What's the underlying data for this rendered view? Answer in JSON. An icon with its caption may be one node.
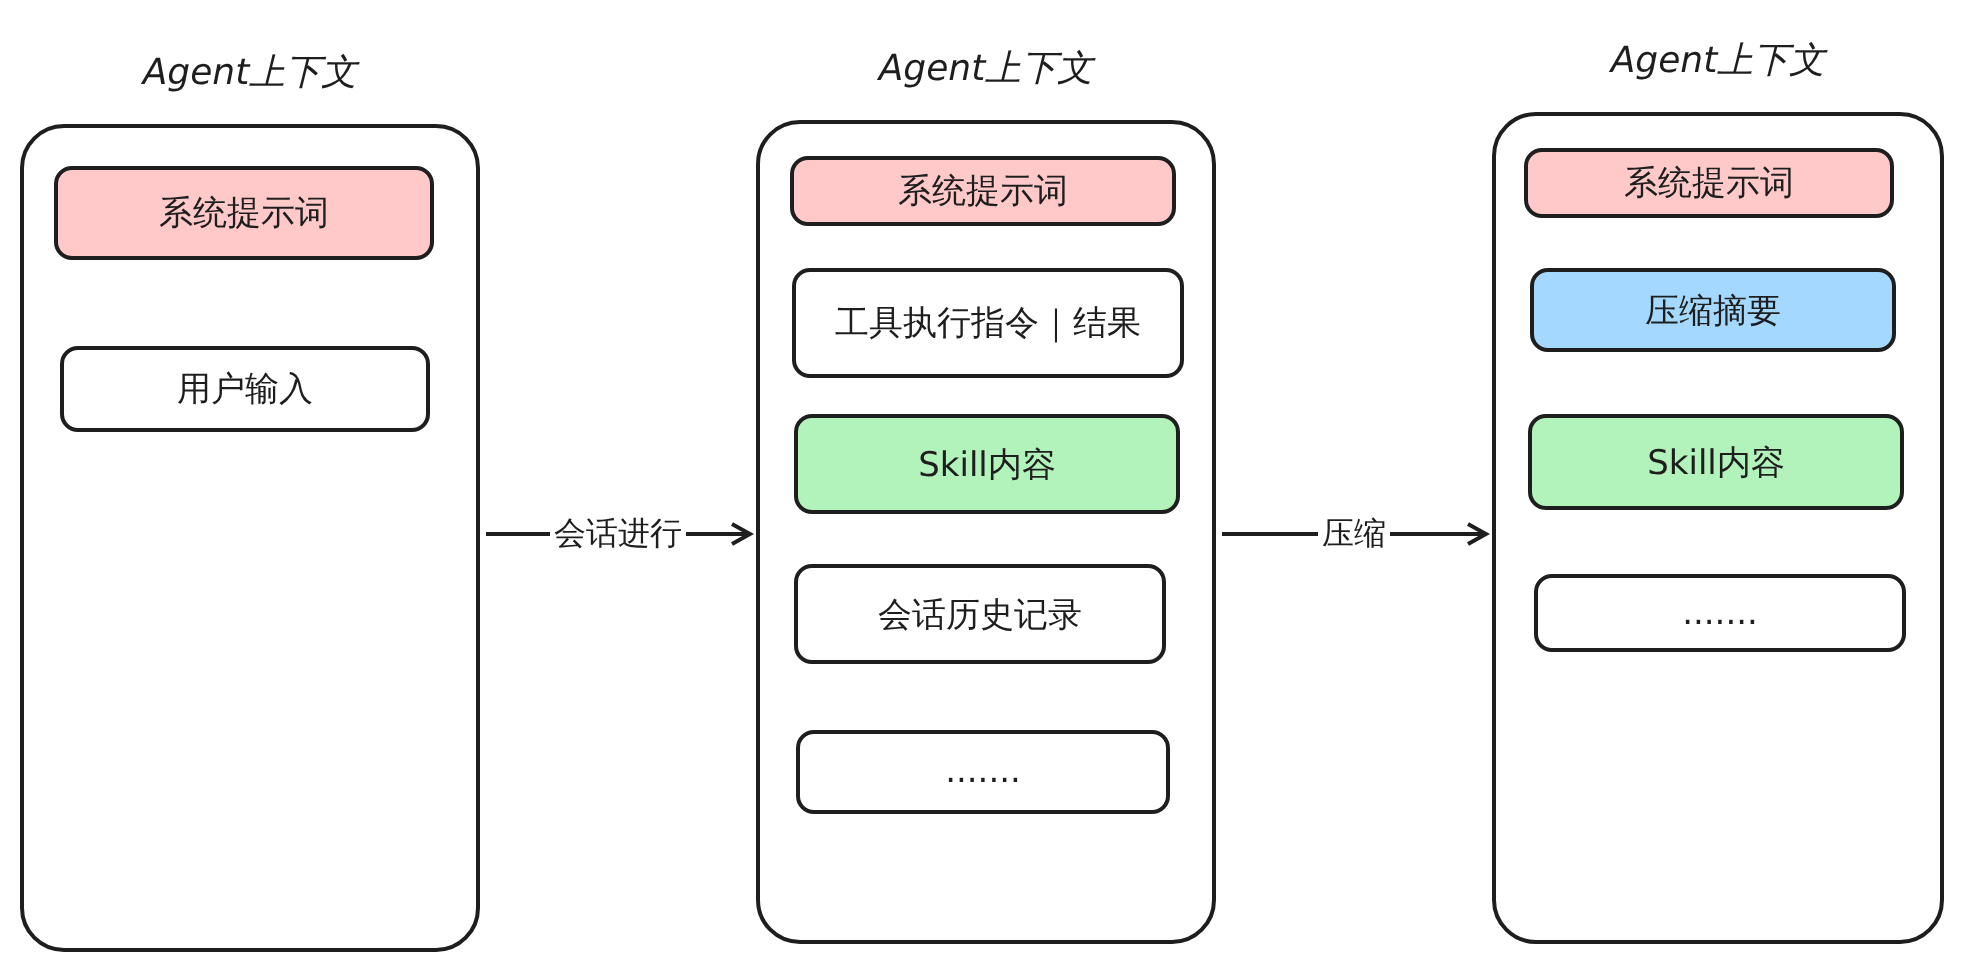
{
  "diagram": {
    "nodes": [
      {
        "text": [
          "Agent上下文"
        ]
      },
      {
        "text": [
          "系统提示词"
        ],
        "in": 0
      },
      {
        "text": [
          "用户输入"
        ],
        "in": 0
      },
      {
        "text": [
          "Agent上下文"
        ]
      },
      {
        "text": [
          "系统提示词"
        ],
        "in": 3
      },
      {
        "text": [
          "工具执行指令｜结果"
        ],
        "in": 3
      },
      {
        "text": [
          "Skill内容"
        ],
        "in": 3
      },
      {
        "text": [
          "会话历史记录"
        ],
        "in": 3
      },
      {
        "text": [
          "......."
        ],
        "in": 3
      },
      {
        "text": [
          "Agent上下文"
        ]
      },
      {
        "text": [
          "系统提示词"
        ],
        "in": 9
      },
      {
        "text": [
          "压缩摘要"
        ],
        "in": 9
      },
      {
        "text": [
          "Skill内容"
        ],
        "in": 9
      },
      {
        "text": [
          "......."
        ],
        "in": 9
      }
    ],
    "edges": [
      {
        "from": 0,
        "to": 3,
        "arrow": "to",
        "label": "会话进行"
      },
      {
        "from": 3,
        "to": 9,
        "arrow": "to",
        "label": "压缩"
      }
    ]
  }
}
